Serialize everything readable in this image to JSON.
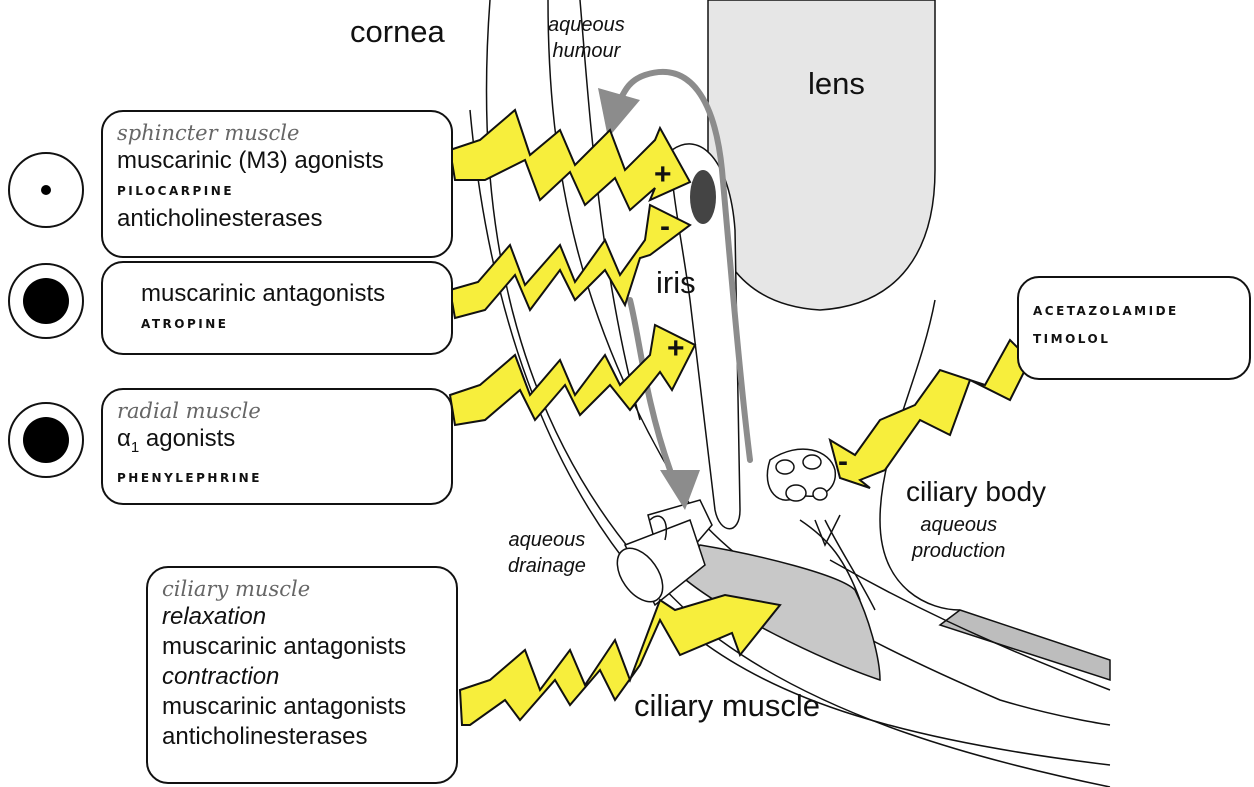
{
  "labels": {
    "cornea": "cornea",
    "aqueous_humour": [
      "aqueous",
      "humour"
    ],
    "lens": "lens",
    "iris": "iris",
    "ciliary_body": "ciliary body",
    "aqueous_production": [
      "aqueous",
      "production"
    ],
    "aqueous_drainage": [
      "aqueous",
      "drainage"
    ],
    "ciliary_muscle": "ciliary muscle"
  },
  "boxes": {
    "sphincter": {
      "heading": "sphincter muscle",
      "line1": "muscarinic (M3) agonists",
      "drug": "PILOCARPINE",
      "line3": "anticholinesterases"
    },
    "antagonists": {
      "line1": "muscarinic antagonists",
      "drug": "ATROPINE"
    },
    "radial": {
      "heading": "radial muscle",
      "alpha": "α",
      "subscript": "1",
      "line1_rest": " agonists",
      "drug": "PHENYLEPHRINE"
    },
    "ciliary": {
      "heading": "ciliary muscle",
      "relaxation": "relaxation",
      "line2": "muscarinic antagonists",
      "contraction": "contraction",
      "line4": "muscarinic antagonists",
      "line5": "anticholinesterases"
    },
    "production_drugs": {
      "drug1": "ACETAZOLAMIDE",
      "drug2": "TIMOLOL"
    }
  },
  "signs": {
    "sphincter": "+",
    "antagonist": "-",
    "radial": "+",
    "production": "-"
  },
  "colors": {
    "bolt_fill": "#f7ee3c",
    "lens_fill": "#e6e6e6",
    "muscle_fill": "#c8c8c8",
    "arrow_gray": "#8c8c8c",
    "outline": "#111111"
  }
}
